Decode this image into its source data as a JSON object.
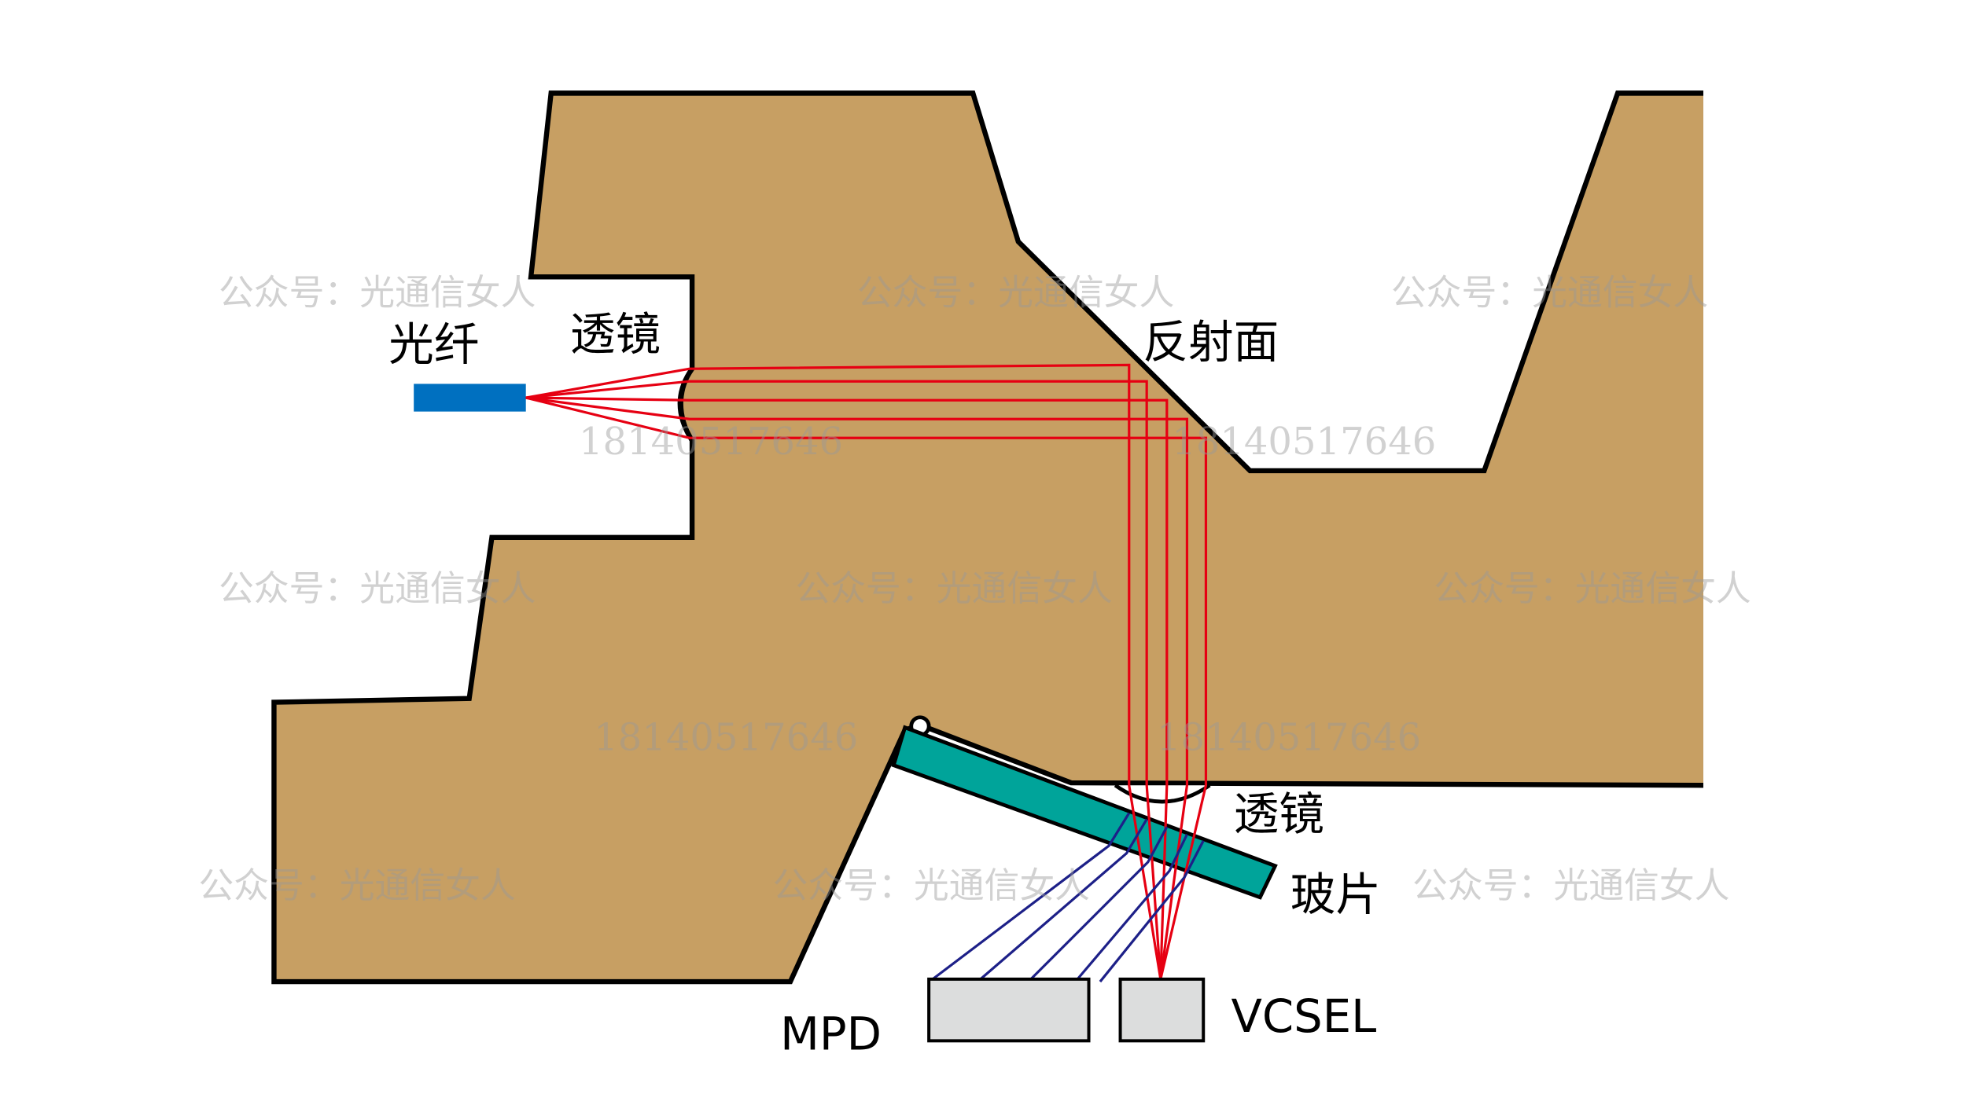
{
  "labels": {
    "fiber": "光纤",
    "lens_top": "透镜",
    "reflector": "反射面",
    "lens_bottom": "透镜",
    "glass": "玻片",
    "mpd": "MPD",
    "vcsel": "VCSEL"
  },
  "watermarks": {
    "account": "公众号：光通信女人",
    "phone": "18140517646"
  },
  "colors": {
    "body": "#C79F63",
    "glass": "#00A49A",
    "fiber": "#0070C0",
    "tx_ray": "#E60012",
    "monitor_ray": "#1D2088",
    "chip": "#DCDDDD"
  }
}
